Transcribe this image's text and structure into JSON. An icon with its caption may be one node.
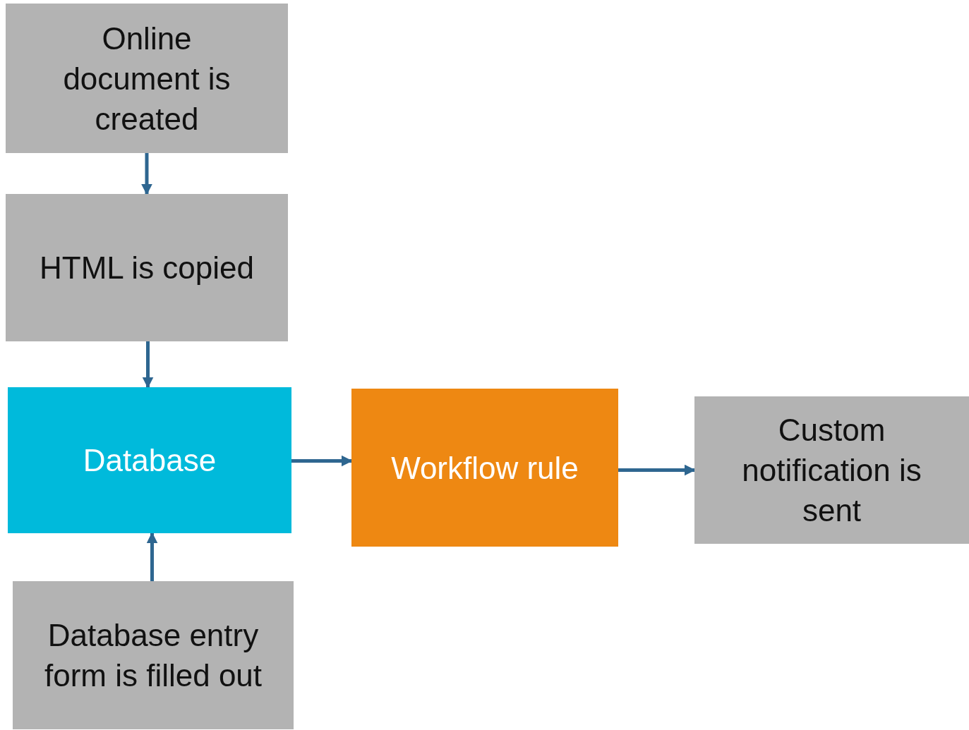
{
  "diagram": {
    "nodes": [
      {
        "text": [
          "Online document is created"
        ]
      },
      {
        "text": [
          "HTML is copied"
        ]
      },
      {
        "text": [
          "Database"
        ]
      },
      {
        "text": [
          "Workflow rule"
        ]
      },
      {
        "text": [
          "Custom notification is sent"
        ]
      },
      {
        "text": [
          "Database entry form is filled out"
        ]
      }
    ],
    "edges": [
      {
        "from": 0,
        "to": 1,
        "arrow": "to"
      },
      {
        "from": 1,
        "to": 2,
        "arrow": "to"
      },
      {
        "from": 5,
        "to": 2,
        "arrow": "to"
      },
      {
        "from": 2,
        "to": 3,
        "arrow": "to"
      },
      {
        "from": 3,
        "to": 4,
        "arrow": "to"
      }
    ]
  }
}
